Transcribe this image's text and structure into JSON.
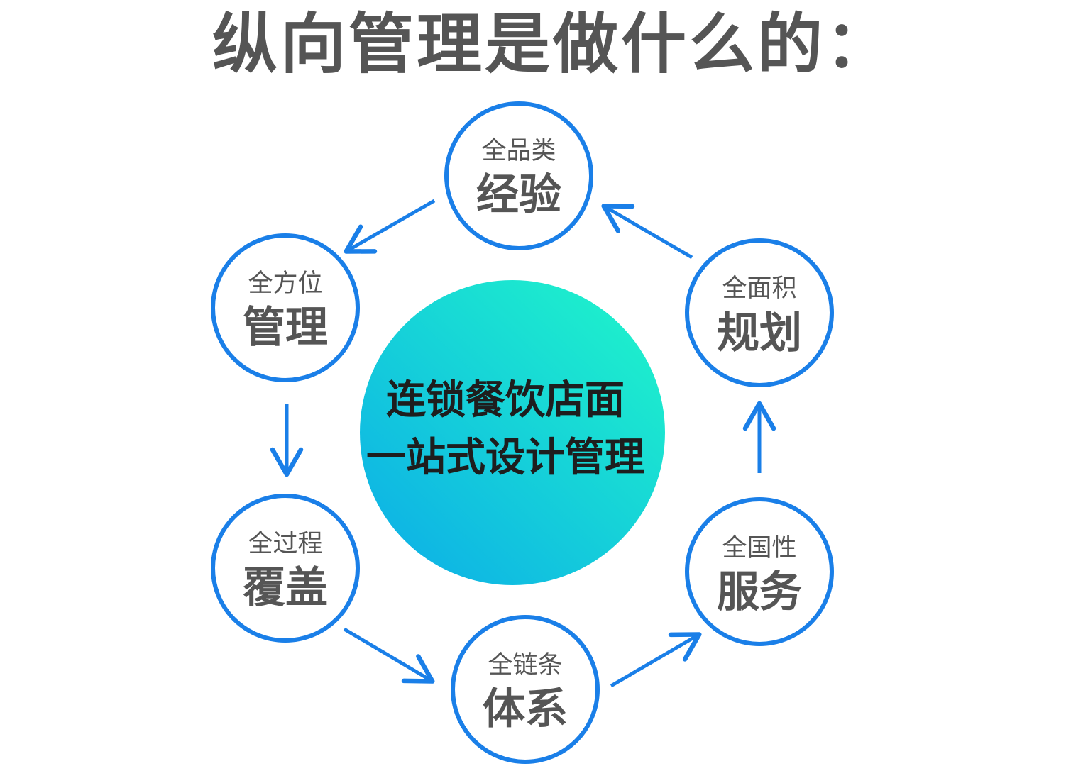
{
  "title": "纵向管理是做什么的：",
  "center": {
    "line1": "连锁餐饮店面",
    "line2": "一站式设计管理",
    "gradient_start": "#0db1e6",
    "gradient_end": "#1ef0cc"
  },
  "colors": {
    "ring": "#1a7fe8",
    "arrow": "#1a7fe8",
    "node_text": "#555555",
    "title": "#555555"
  },
  "nodes": [
    {
      "id": "experience",
      "sub": "全品类",
      "main": "经验"
    },
    {
      "id": "planning",
      "sub": "全面积",
      "main": "规划"
    },
    {
      "id": "service",
      "sub": "全国性",
      "main": "服务"
    },
    {
      "id": "system",
      "sub": "全链条",
      "main": "体系"
    },
    {
      "id": "coverage",
      "sub": "全过程",
      "main": "覆盖"
    },
    {
      "id": "management",
      "sub": "全方位",
      "main": "管理"
    }
  ]
}
